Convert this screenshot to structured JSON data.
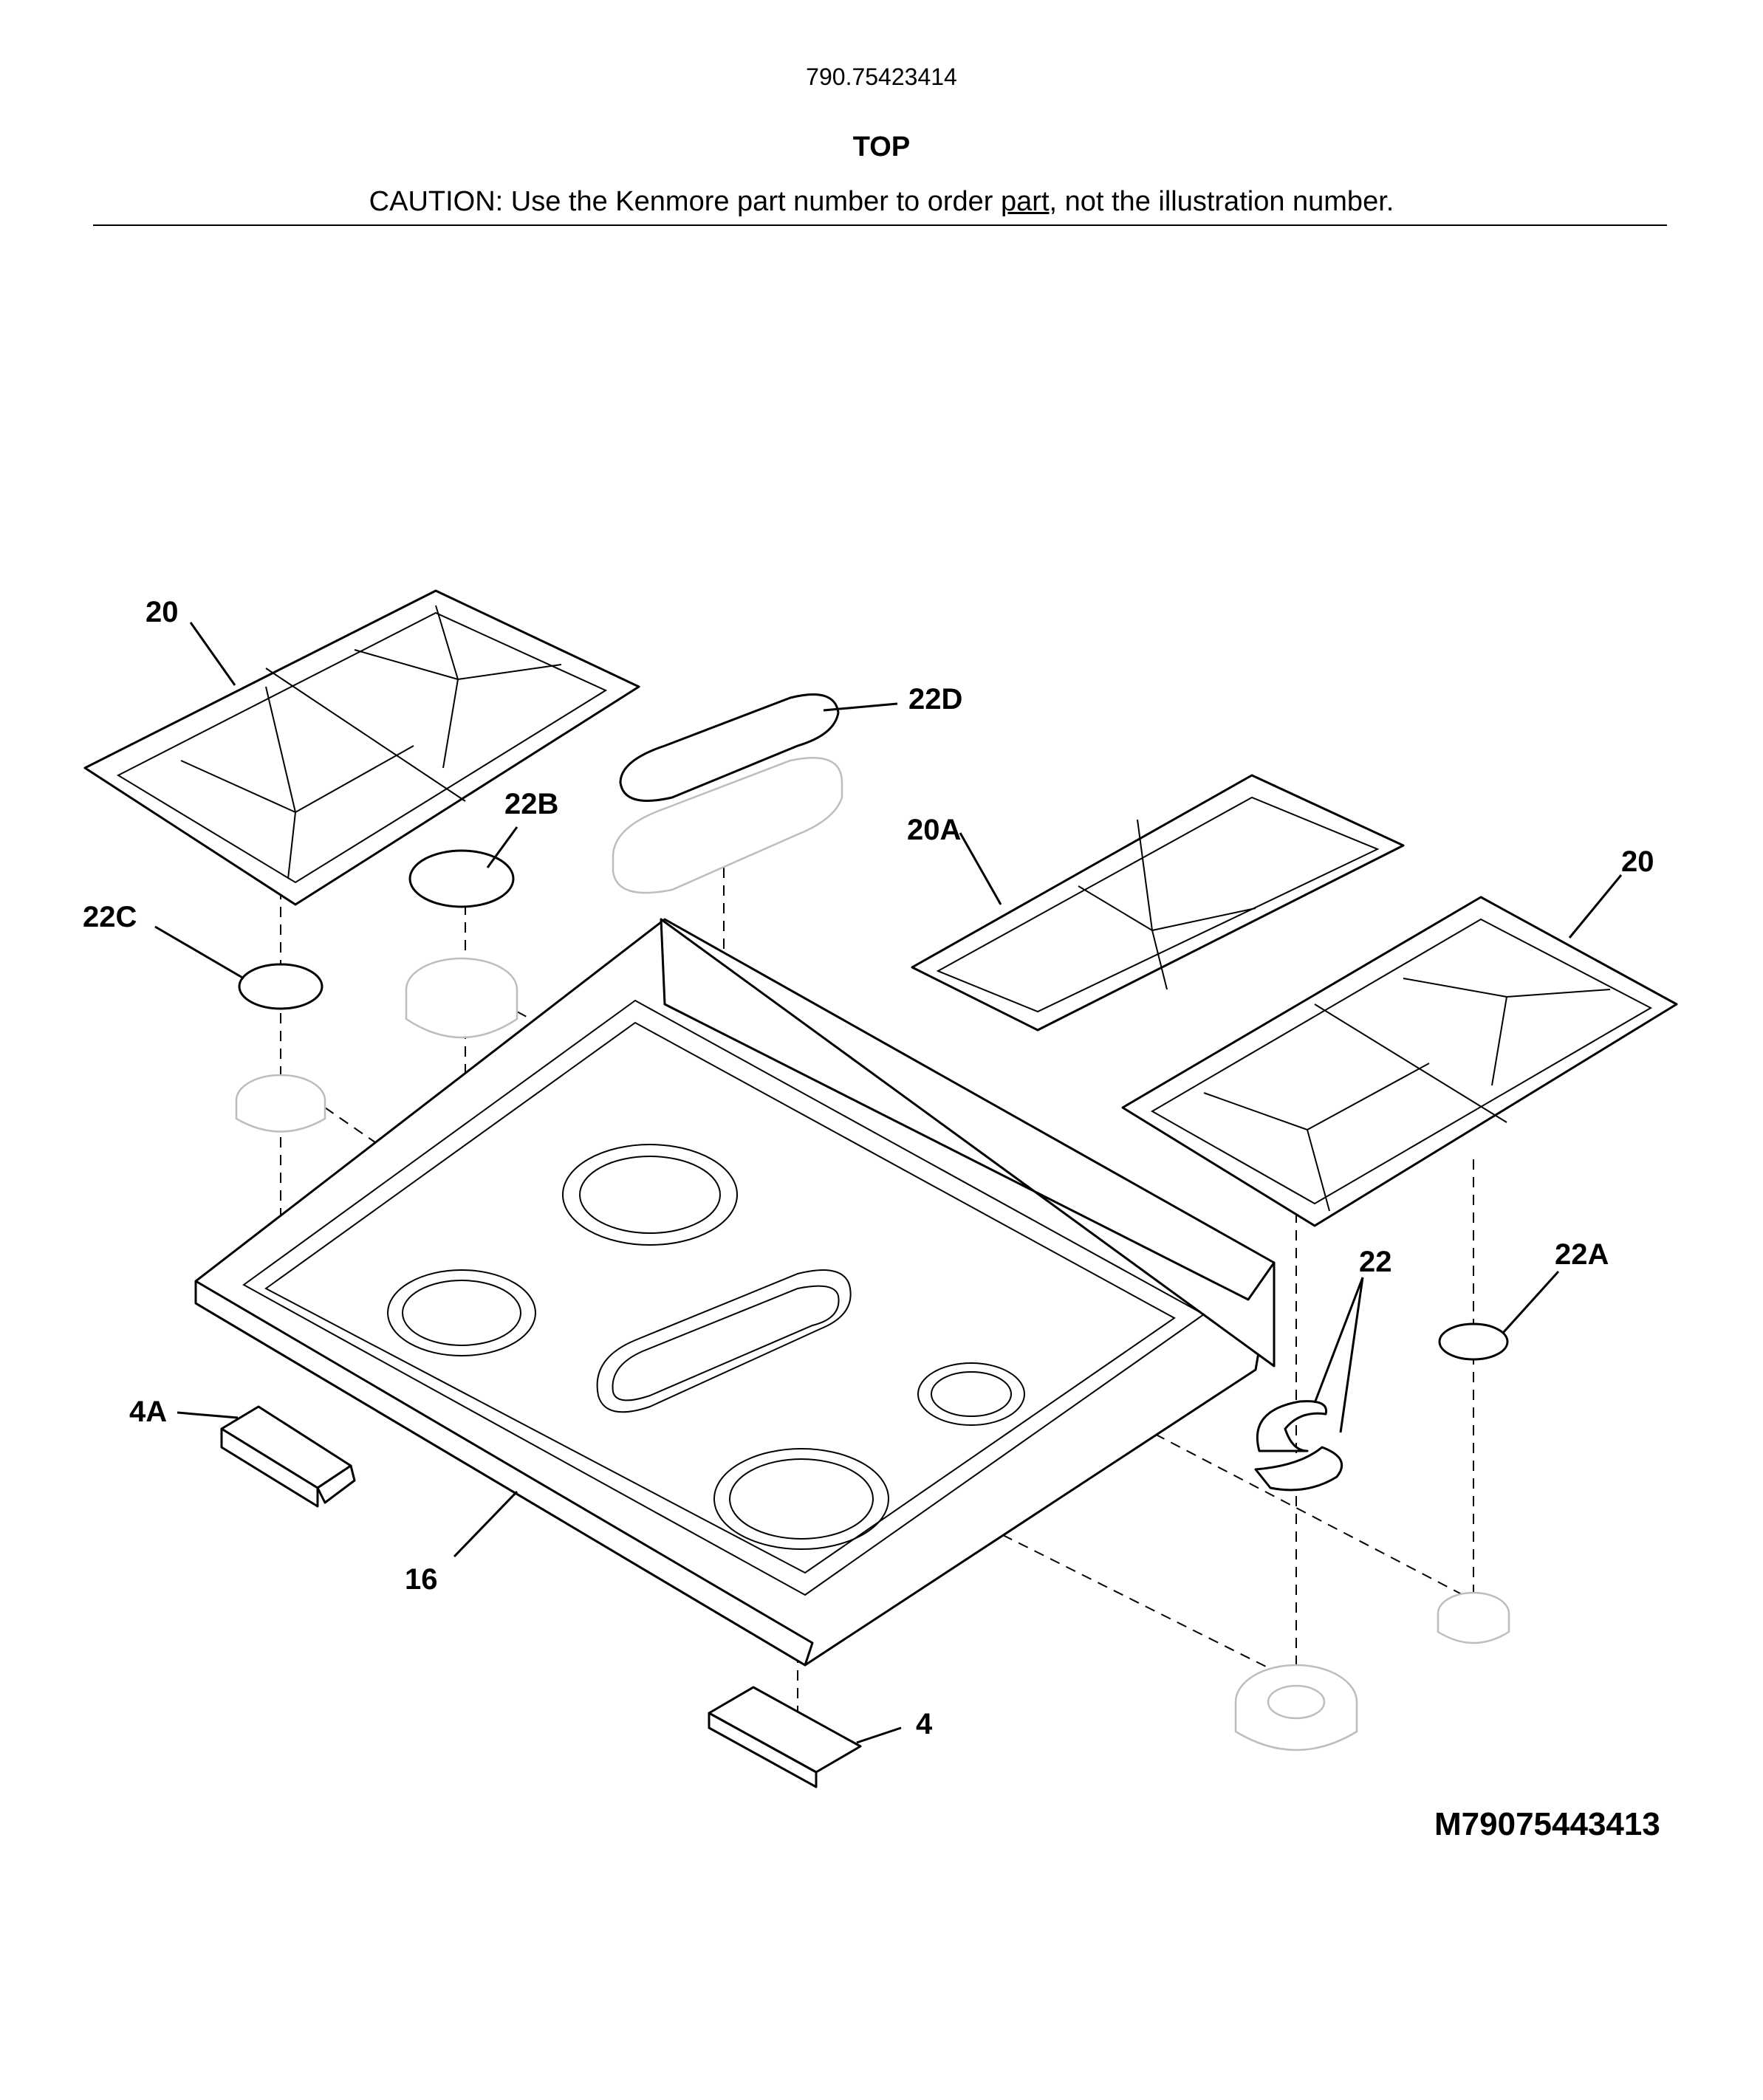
{
  "header": {
    "model_number": "790.75423414",
    "section_title": "TOP",
    "caution_prefix": "CAUTION: Use the Kenmore part number to order ",
    "caution_link": "part",
    "caution_suffix": ", not the illustration number."
  },
  "callouts": {
    "grate_left": "20",
    "cap_center": "22D",
    "cap_small": "22B",
    "cap_left": "22C",
    "grate_middle": "20A",
    "grate_right": "20",
    "ring": "22",
    "cap_right": "22A",
    "bracket_left": "4A",
    "cooktop": "16",
    "bracket_bottom": "4"
  },
  "diagram_id": "M79075443413"
}
